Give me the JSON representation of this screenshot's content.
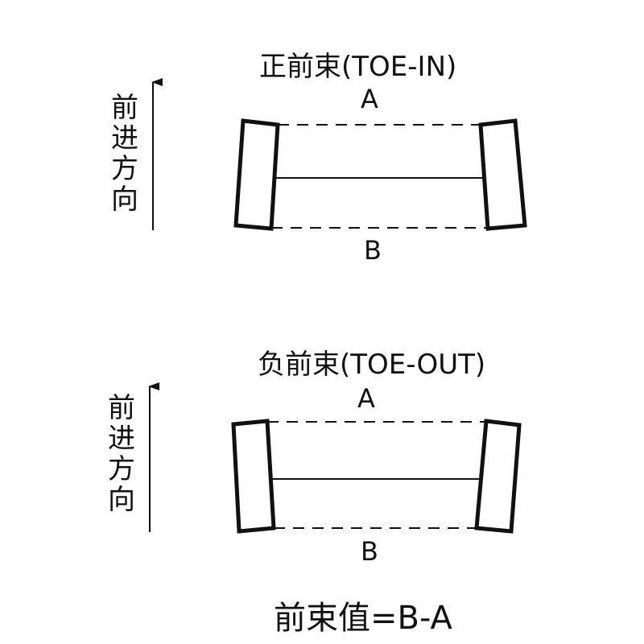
{
  "toe_in": {
    "title": "正前束(TOE-IN)",
    "direction_label": "前进方向",
    "label_a": "A",
    "label_b": "B"
  },
  "toe_out": {
    "title": "负前束(TOE-OUT)",
    "direction_label": "前进方向",
    "label_a": "A",
    "label_b": "B"
  },
  "formula": "前束值=B-A"
}
